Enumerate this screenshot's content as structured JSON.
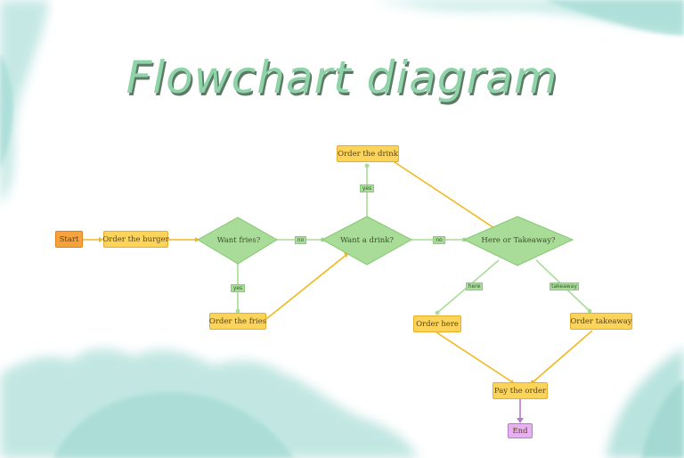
{
  "title": "Flowchart diagram",
  "nodes": {
    "start": "Start",
    "order_burger": "Order the burger",
    "want_fries": "Want fries?",
    "order_fries": "Order the fries",
    "want_drink": "Want a drink?",
    "order_drink": "Order the drink",
    "here_or_takeaway": "Here or Takeaway?",
    "order_here": "Order here",
    "order_takeaway": "Order takeaway",
    "pay_order": "Pay the order",
    "end": "End"
  },
  "edge_labels": {
    "fries_no": "no",
    "fries_yes": "yes",
    "drink_no": "no",
    "drink_yes": "yes",
    "here": "here",
    "takeaway": "takeaway"
  },
  "colors": {
    "process": "#fcd45a",
    "start": "#f7a23c",
    "end": "#e7b0f0",
    "decision": "#a9dc98",
    "arrow_yellow": "#f2b820",
    "arrow_green": "#a9dc98",
    "arrow_purple": "#b77bc9"
  }
}
